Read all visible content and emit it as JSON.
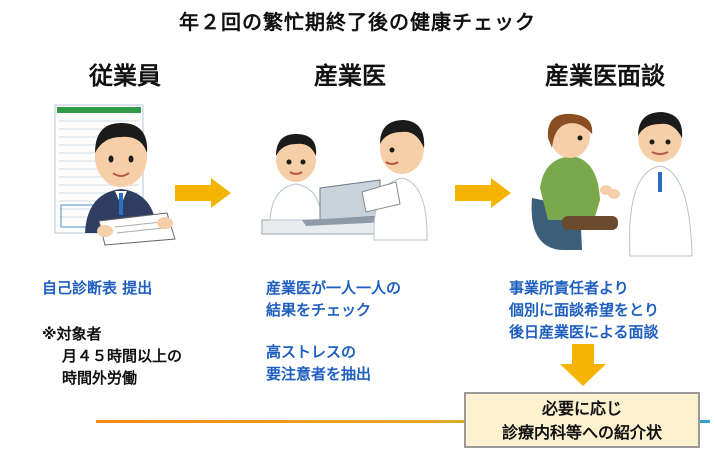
{
  "title": "年２回の繁忙期終了後の健康チェック",
  "columns": [
    {
      "heading": "従業員"
    },
    {
      "heading": "産業医"
    },
    {
      "heading": "産業医面談"
    }
  ],
  "employee": {
    "text": "自己診断表 提出",
    "note_title": "※対象者",
    "note_line1": "月４５時間以上の",
    "note_line2": "時間外労働"
  },
  "doctor": {
    "line1": "産業医が一人一人の",
    "line2": "結果をチェック",
    "line3": "高ストレスの",
    "line4": "要注意者を抽出"
  },
  "interview": {
    "line1": "事業所責任者より",
    "line2": "個別に面談希望をとり",
    "line3": "後日産業医による面談"
  },
  "referral": {
    "line1": "必要に応じ",
    "line2": "診療内科等への紹介状"
  },
  "colors": {
    "arrow": "#f5b400",
    "text_blue": "#1f5fbf",
    "box_fill": "#fdf2d0",
    "line_start": "#f28a1c",
    "line_end": "#2f9fd8"
  }
}
